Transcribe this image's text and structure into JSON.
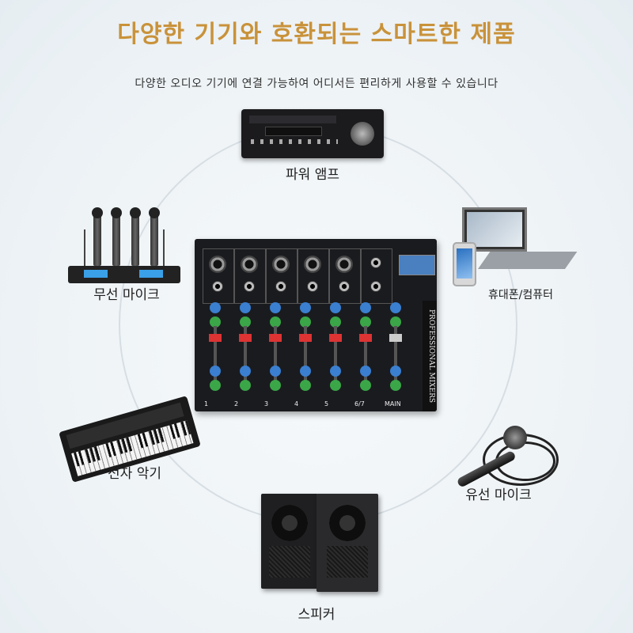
{
  "header": {
    "title": "다양한 기기와 호환되는 스마트한 제품",
    "subtitle": "다양한 오디오 기기에 연결 가능하여 어디서든 편리하게 사용할 수 있습니다"
  },
  "devices": {
    "power_amp": "파워 앰프",
    "wireless_mic": "무선 마이크",
    "phone_computer": "휴대폰/컴퓨터",
    "keyboard": "전자 악기",
    "wired_mic": "유선 마이크",
    "speaker": "스피커"
  },
  "mixer": {
    "brand": "PROFESSIONAL MIXERS",
    "channels": [
      "1",
      "2",
      "3",
      "4",
      "5",
      "6/7",
      "MAIN"
    ]
  },
  "colors": {
    "title": "#c9923a",
    "ring": "#d6dee4",
    "knob_blue": "#3a7fd0",
    "knob_green": "#3aa648",
    "fader_red": "#d33333"
  }
}
